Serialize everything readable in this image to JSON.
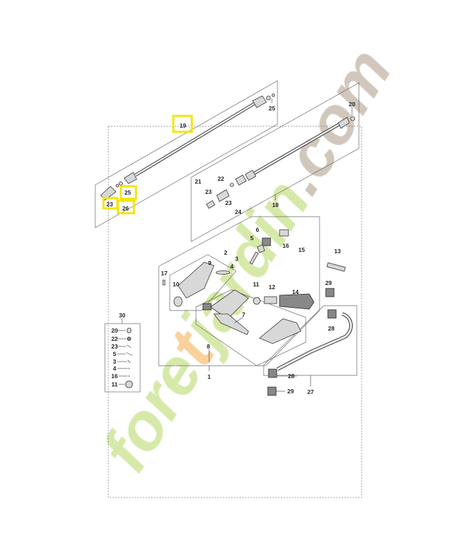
{
  "diagram": {
    "labels": {
      "l19": "19",
      "l25a": "25",
      "l20": "20",
      "l25b": "25",
      "l23a": "23",
      "l26": "26",
      "l22": "22",
      "l21": "21",
      "l23b": "23",
      "l23c": "23",
      "l24": "24",
      "l18": "18",
      "l6": "6",
      "l5": "5",
      "l16": "16",
      "l15": "15",
      "l2": "2",
      "l3": "3",
      "l4": "4",
      "l13": "13",
      "l9": "9",
      "l17": "17",
      "l10": "10",
      "l11": "11",
      "l12": "12",
      "l14": "14",
      "l29a": "29",
      "l30": "30",
      "l7": "7",
      "l28a": "28",
      "l8": "8",
      "l1": "1",
      "l28b": "28",
      "l29b": "29",
      "l27": "27"
    },
    "kit": {
      "items": [
        "20",
        "22",
        "23",
        "5",
        "3",
        "4",
        "16",
        "11"
      ]
    },
    "highlighted": [
      "19",
      "25",
      "23",
      "26"
    ],
    "highlight_color": "#f5e400"
  },
  "watermark": {
    "text": "foretjardin.com",
    "colors": [
      "#cfe59a",
      "#f7c98a",
      "#c9bdb0"
    ]
  }
}
